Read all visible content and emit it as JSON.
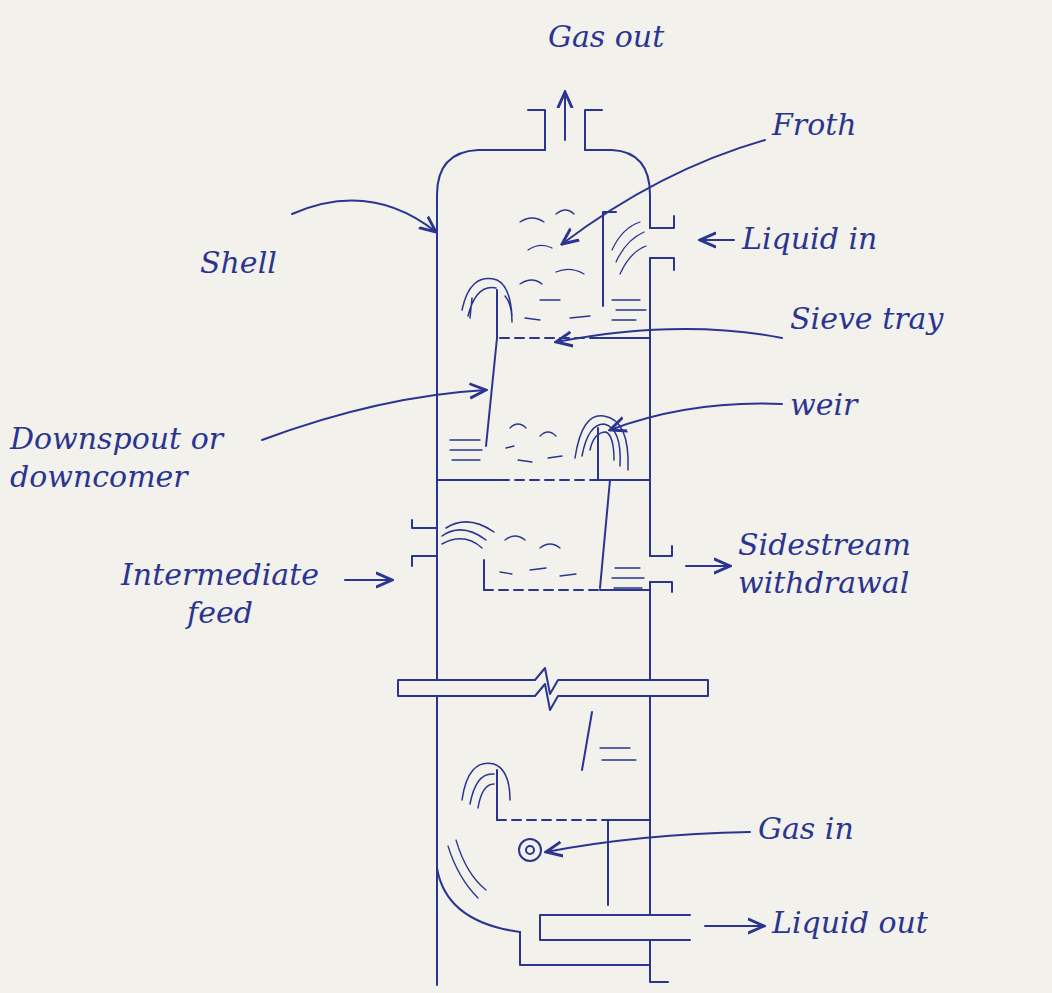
{
  "diagram": {
    "labels": [
      "Gas out",
      "Froth",
      "Liquid in",
      "Shell",
      "Sieve tray",
      "weir",
      "Downspout or downcomer",
      "Intermediate feed",
      "Sidestream withdrawal",
      "Gas in",
      "Liquid out"
    ]
  }
}
